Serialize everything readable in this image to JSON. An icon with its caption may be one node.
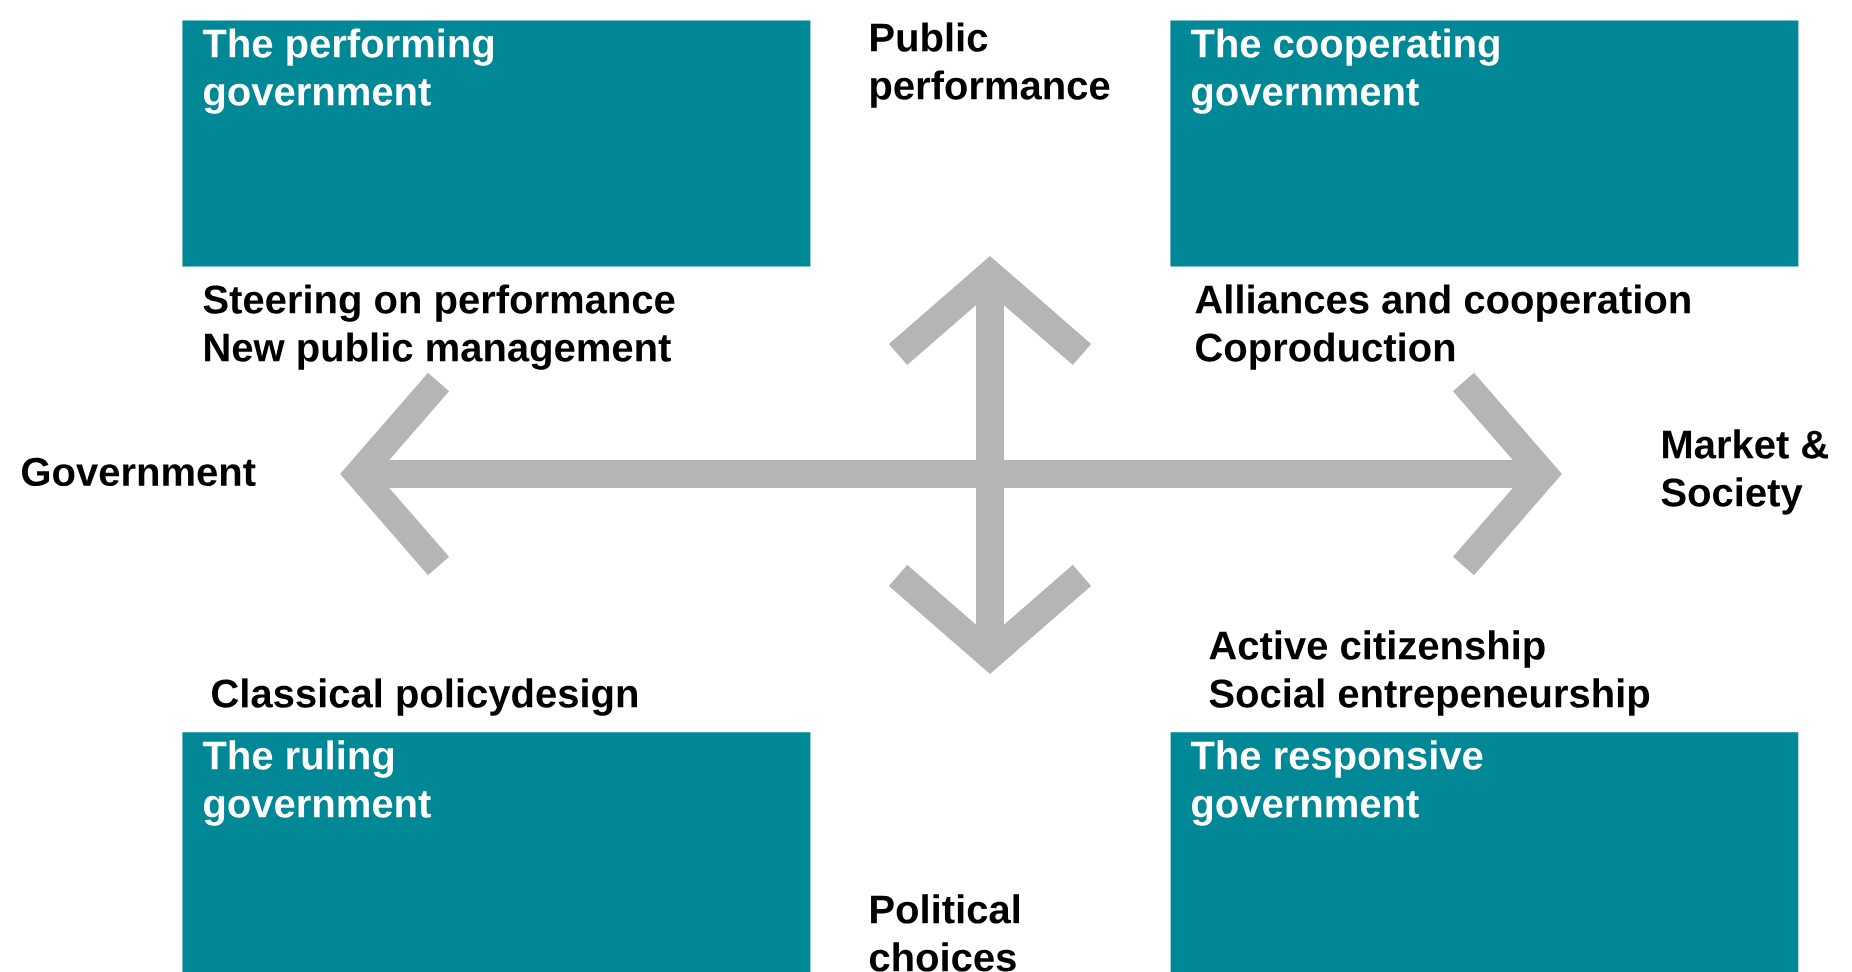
{
  "diagram": {
    "nodes": [
      {
        "text": [
          "The performing government"
        ],
        "beside": [
          "Steering on performance",
          "New public management"
        ]
      },
      {
        "text": [
          "The cooperating government"
        ],
        "beside": [
          "Alliances and cooperation",
          "Coproduction"
        ]
      },
      {
        "text": [
          "The ruling government"
        ],
        "beside": [
          "Classical policydesign"
        ]
      },
      {
        "text": [
          "The responsive government"
        ],
        "beside": [
          "Active citizenship",
          "Social entrepeneurship"
        ]
      }
    ],
    "labels": [
      "Public performance",
      "Government",
      "Market & Society",
      "Political choices"
    ]
  }
}
